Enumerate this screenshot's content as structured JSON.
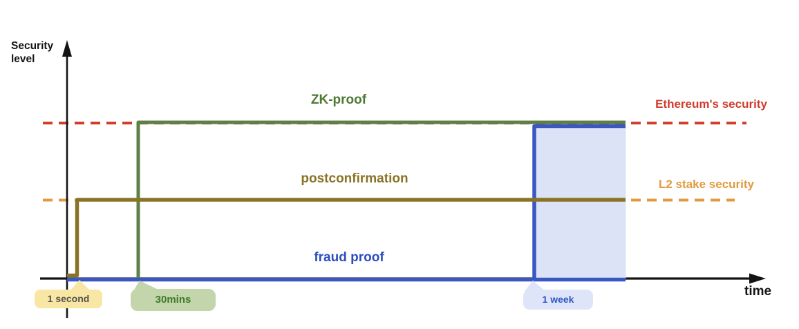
{
  "axes": {
    "y_label": "Security\nlevel",
    "x_label": "time"
  },
  "reference_levels": [
    {
      "name": "Ethereum's security",
      "color": "#cd3f2e",
      "style": "dashed"
    },
    {
      "name": "L2 stake security",
      "color": "#e29a3f",
      "style": "dashed"
    }
  ],
  "series": [
    {
      "name": "ZK-proof",
      "color": "#5d8046",
      "label_color": "#4d7a33",
      "finality_time": "30mins",
      "security_reached": "Ethereum's security"
    },
    {
      "name": "postconfirmation",
      "color": "#8a7327",
      "label_color": "#8a7327",
      "finality_time": "1 second",
      "security_reached": "L2 stake security"
    },
    {
      "name": "fraud proof",
      "color": "#3a57c2",
      "label_color": "#2d4dbe",
      "finality_time": "1 week",
      "security_reached": "Ethereum's security"
    }
  ],
  "badges": [
    {
      "label": "1 second",
      "bg": "#f8e7a4",
      "text_color": "#55514a"
    },
    {
      "label": "30mins",
      "bg": "#c2d5ab",
      "text_color": "#3e7a27"
    },
    {
      "label": "1 week",
      "bg": "#dfe5f9",
      "text_color": "#3156c6"
    }
  ],
  "shaded_region": {
    "color": "#dce3f7",
    "starts_at": "1 week"
  },
  "chart_data": {
    "type": "line",
    "title": "",
    "xlabel": "time",
    "ylabel": "Security level",
    "grid": false,
    "legend_position": "inline-labels",
    "x_annotations": [
      "1 second",
      "30mins",
      "1 week"
    ],
    "reference_lines": [
      {
        "label": "Ethereum's security",
        "level": 1.0,
        "style": "dashed",
        "color": "#cd3f2e"
      },
      {
        "label": "L2 stake security",
        "level": 0.52,
        "style": "dashed",
        "color": "#e29a3f"
      }
    ],
    "series": [
      {
        "name": "ZK-proof",
        "color": "#5d8046",
        "shape": "step",
        "step_at": "30mins",
        "level_before": 0,
        "level_after": 1.0,
        "level_after_label": "Ethereum's security"
      },
      {
        "name": "postconfirmation",
        "color": "#8a7327",
        "shape": "step",
        "step_at": "1 second",
        "level_before": 0,
        "level_after": 0.52,
        "level_after_label": "L2 stake security"
      },
      {
        "name": "fraud proof",
        "color": "#3a57c2",
        "shape": "step",
        "step_at": "1 week",
        "level_before": 0,
        "level_after": 1.0,
        "level_after_label": "Ethereum's security"
      }
    ],
    "shaded_region": {
      "from": "1 week",
      "to": "end-of-fraud-proof-line",
      "color": "#dce3f7"
    }
  }
}
